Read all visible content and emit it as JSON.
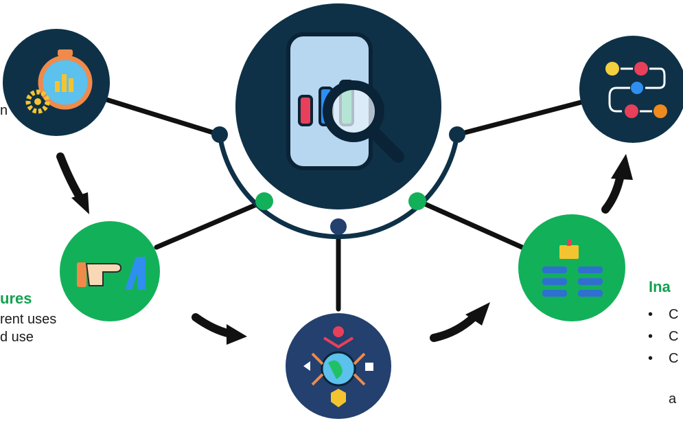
{
  "left_panel": {
    "title_fragment": "ures",
    "lines": [
      "rent uses",
      "d use"
    ],
    "top_fragment": "n"
  },
  "right_panel": {
    "title_fragment": "Ina",
    "bullets": [
      "C",
      "C",
      "C"
    ],
    "trailing": "a"
  },
  "colors": {
    "navy": "#0e3147",
    "green": "#13b05a",
    "line": "#111111",
    "heading_green": "#12a150"
  },
  "icons": {
    "center": "phone-analytics-magnifier-icon",
    "top_left": "stopwatch-chart-gear-icon",
    "top_right": "workflow-process-icon",
    "mid_left": "pointing-hand-books-icon",
    "bottom": "global-collaboration-icon",
    "mid_right": "conference-audience-icon"
  }
}
